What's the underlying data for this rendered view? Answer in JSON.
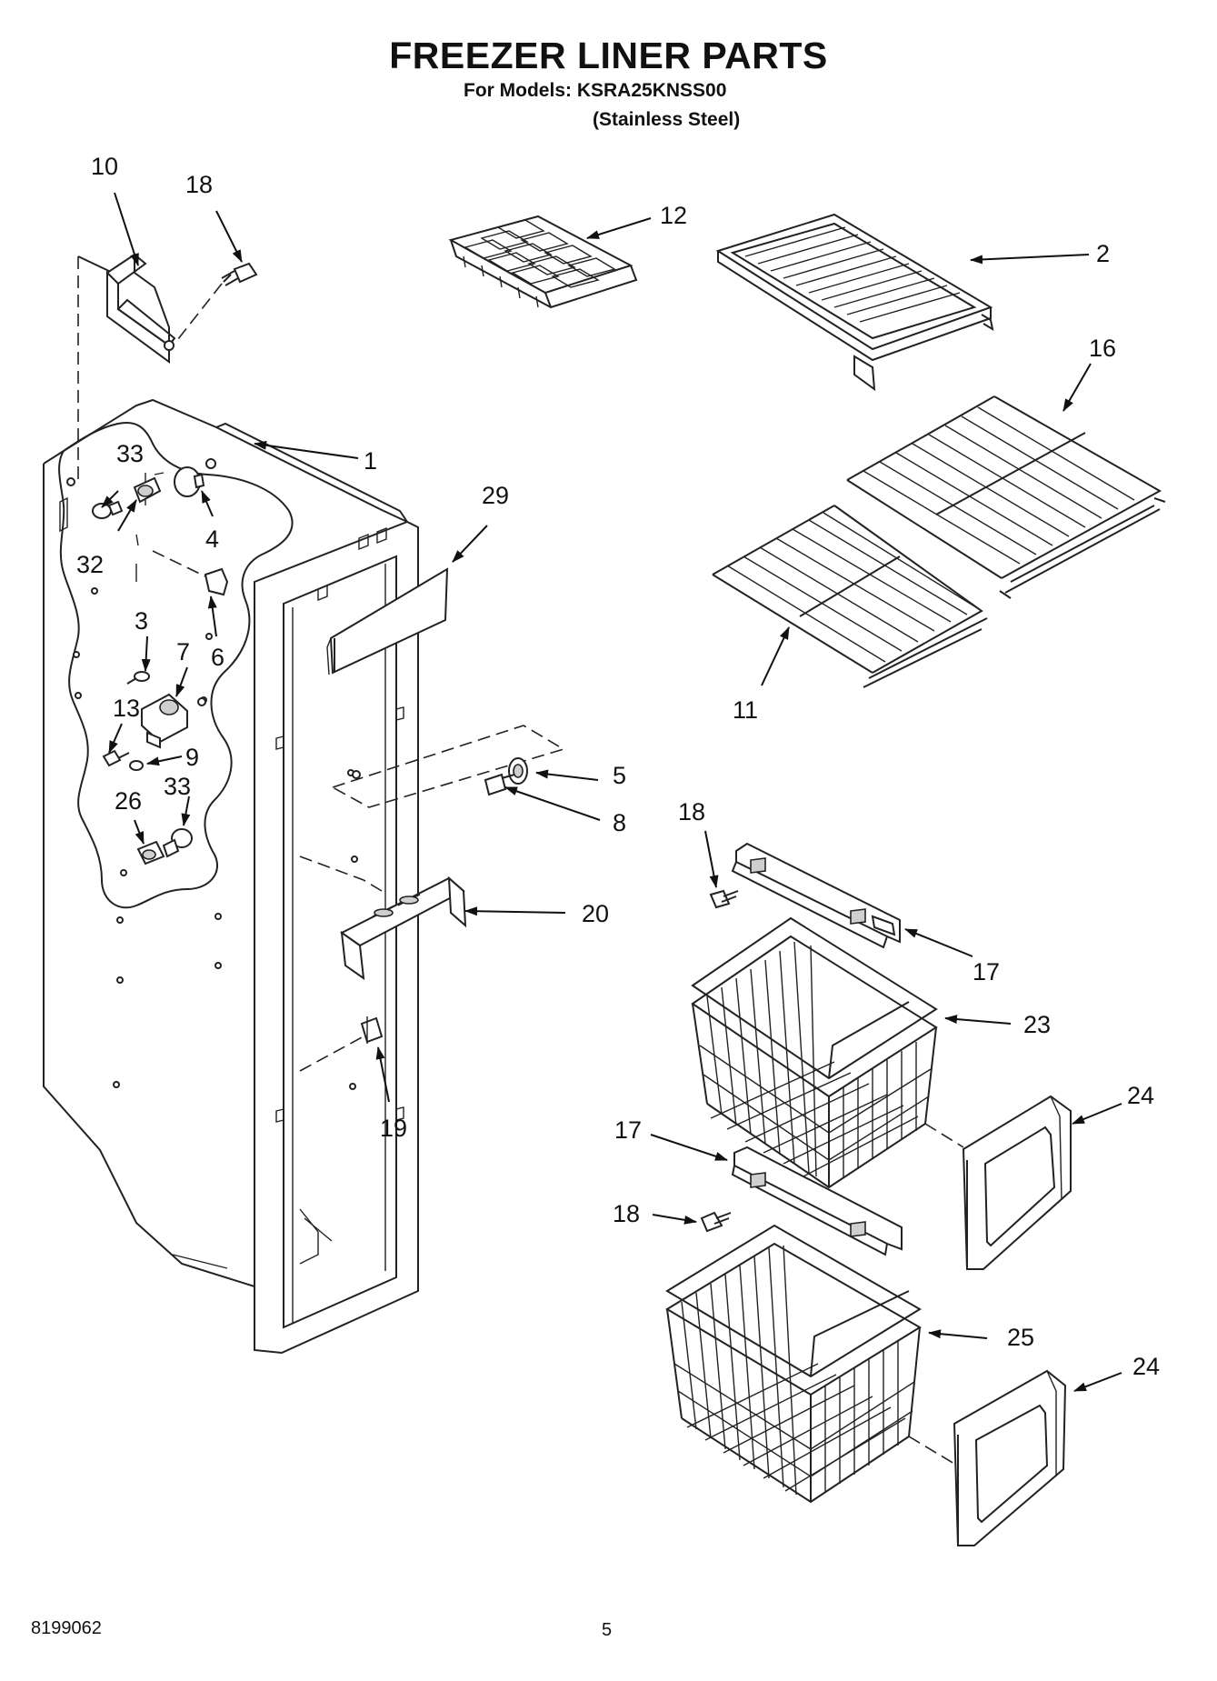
{
  "header": {
    "title": "FREEZER LINER PARTS",
    "models_line": "For Models: KSRA25KNSS00",
    "variant_line": "(Stainless Steel)"
  },
  "footer": {
    "doc_number": "8199062",
    "page_number": "5"
  },
  "callouts": [
    {
      "id": "c10",
      "label": "10"
    },
    {
      "id": "c18a",
      "label": "18"
    },
    {
      "id": "c12",
      "label": "12"
    },
    {
      "id": "c2",
      "label": "2"
    },
    {
      "id": "c16",
      "label": "16"
    },
    {
      "id": "c1",
      "label": "1"
    },
    {
      "id": "c33a",
      "label": "33"
    },
    {
      "id": "c29",
      "label": "29"
    },
    {
      "id": "c4",
      "label": "4"
    },
    {
      "id": "c32",
      "label": "32"
    },
    {
      "id": "c3",
      "label": "3"
    },
    {
      "id": "c6",
      "label": "6"
    },
    {
      "id": "c7",
      "label": "7"
    },
    {
      "id": "c11",
      "label": "11"
    },
    {
      "id": "c13",
      "label": "13"
    },
    {
      "id": "c9",
      "label": "9"
    },
    {
      "id": "c5",
      "label": "5"
    },
    {
      "id": "c26",
      "label": "26"
    },
    {
      "id": "c33b",
      "label": "33"
    },
    {
      "id": "c8",
      "label": "8"
    },
    {
      "id": "c18b",
      "label": "18"
    },
    {
      "id": "c20",
      "label": "20"
    },
    {
      "id": "c17a",
      "label": "17"
    },
    {
      "id": "c23",
      "label": "23"
    },
    {
      "id": "c19",
      "label": "19"
    },
    {
      "id": "c24a",
      "label": "24"
    },
    {
      "id": "c17b",
      "label": "17"
    },
    {
      "id": "c18c",
      "label": "18"
    },
    {
      "id": "c25",
      "label": "25"
    },
    {
      "id": "c24b",
      "label": "24"
    }
  ]
}
